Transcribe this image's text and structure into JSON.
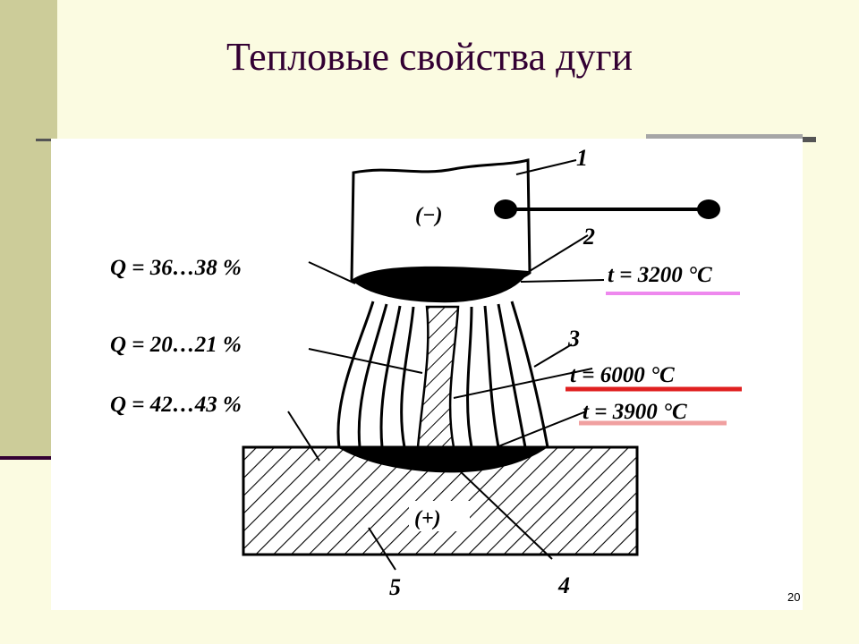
{
  "slide": {
    "title": "Тепловые свойства дуги",
    "page_number": "20"
  },
  "diagram": {
    "electrode_polarity": "(−)",
    "workpiece_polarity": "(+)",
    "callouts": {
      "c1": "1",
      "c2": "2",
      "c3": "3",
      "c4": "4",
      "c5": "5"
    },
    "heat_shares": {
      "cathode": "Q = 36…38 %",
      "column": "Q = 20…21 %",
      "anode": "Q = 42…43 %"
    },
    "temperatures": {
      "cathode": "t = 3200 °C",
      "column": "t = 6000 °C",
      "anode": "t = 3900 °C"
    },
    "colors": {
      "cathode_temp_underline": "#ee88ee",
      "column_temp_underline": "#e02020",
      "anode_temp_underline": "#f0a0a0"
    }
  }
}
